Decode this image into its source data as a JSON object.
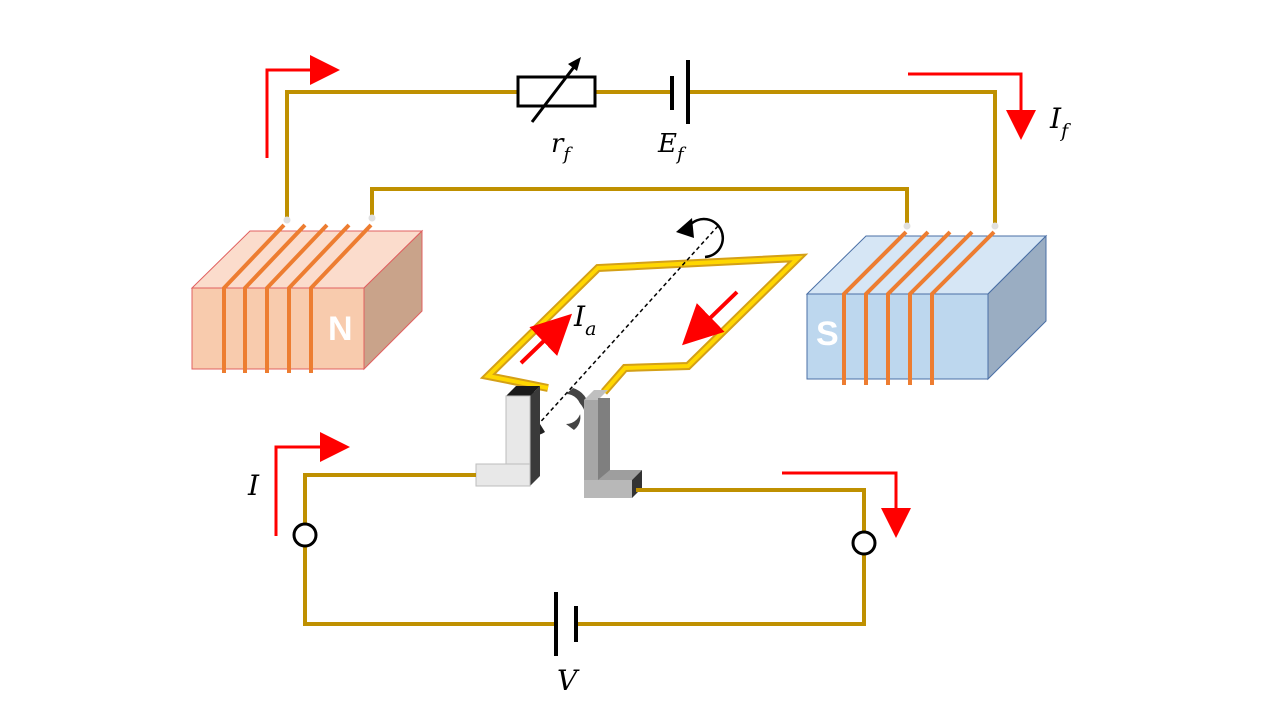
{
  "labels": {
    "field_resistor": {
      "main": "r",
      "sub": "f"
    },
    "field_source": {
      "main": "E",
      "sub": "f"
    },
    "field_current": {
      "main": "I",
      "sub": "f"
    },
    "armature_current": {
      "main": "I",
      "sub": "a"
    },
    "line_current": "I",
    "supply_voltage": "V"
  },
  "poles": {
    "north": "N",
    "south": "S"
  },
  "colors": {
    "wire": "#bf9000",
    "arrow": "#ff0000",
    "winding": "#ed7d31",
    "north_front": "#f8cbad",
    "north_top": "#fbdccc",
    "north_side": "#c9a38a",
    "north_edge": "#e06060",
    "south_front": "#bdd7ee",
    "south_top": "#d6e6f5",
    "south_side": "#9aadc2",
    "south_edge": "#4a6fa5",
    "coil": "#ffd700",
    "coil_edge": "#d4a017"
  }
}
